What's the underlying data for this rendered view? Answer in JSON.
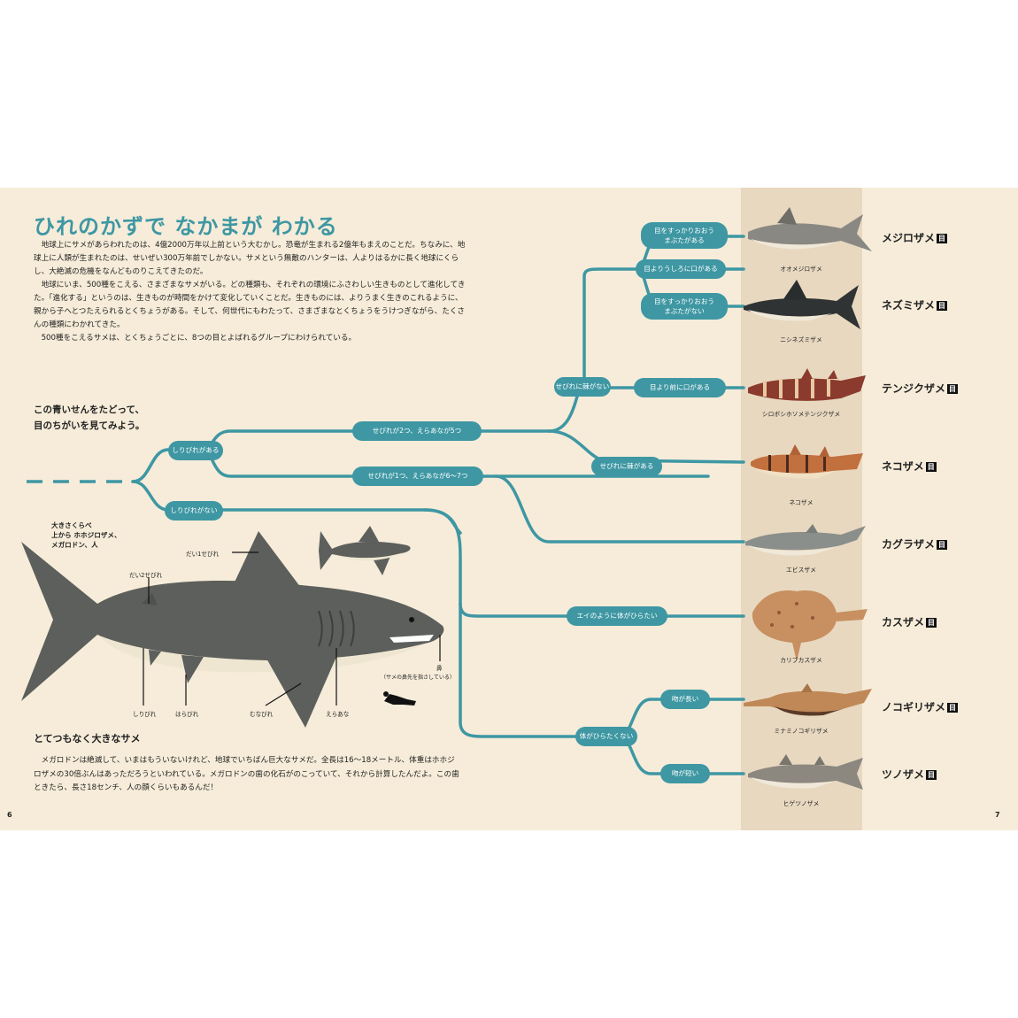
{
  "page": {
    "title": "ひれのかずで なかまが わかる",
    "intro": [
      "地球上にサメがあらわれたのは、4億2000万年以上前という大むかし。恐竜が生まれる2億年もまえのことだ。ちなみに、地球上に人類が生まれたのは、せいぜい300万年前でしかない。サメという無敵のハンターは、人よりはるかに長く地球にくらし、大絶滅の危機をなんどものりこえてきたのだ。",
      "地球にいま、500種をこえる、さまざまなサメがいる。どの種類も、それぞれの環境にふさわしい生きものとして進化してきた。「進化する」というのは、生きものが時間をかけて変化していくことだ。生きものには、よりうまく生きのこれるように、親から子へとつたえられるとくちょうがある。そして、何世代にもわたって、さまざまなとくちょうをうけつぎながら、たくさんの種類にわかれてきた。",
      "500種をこえるサメは、とくちょうごとに、8つの目とよばれるグループにわけられている。"
    ],
    "prompt": [
      "この青いせんをたどって、",
      "目のちがいを見てみよう。"
    ],
    "page_left": "6",
    "page_right": "7"
  },
  "tree": {
    "nodes": {
      "n_analfin_yes": "しりびれがある",
      "n_analfin_no": "しりびれがない",
      "n_2dorsal": "せびれが2つ、えらあなが5つ",
      "n_1dorsal": "せびれが1つ、えらあなが6〜7つ",
      "n_dorsal_nospine_top": "せびれに棘がない",
      "n_dorsal_spine": "せびれに棘がある",
      "n_eyelid_yes": [
        "目をすっかりおおう",
        "まぶたがある"
      ],
      "n_mouth_behind": "目よりうしろに口がある",
      "n_eyelid_no": [
        "目をすっかりおおう",
        "まぶたがない"
      ],
      "n_mouth_front": "目より前に口がある",
      "n_ray_flat": "エイのように体がひらたい",
      "n_not_flat": "体がひらたくない",
      "n_long_snout": "吻が長い",
      "n_short_snout": "吻が短い"
    },
    "species": [
      {
        "name": "オオメジロザメ",
        "order": "メジロザメ",
        "tag": "目"
      },
      {
        "name": "ニシネズミザメ",
        "order": "ネズミザメ",
        "tag": "目"
      },
      {
        "name": "シロボシホソメテンジクザメ",
        "order": "テンジクザメ",
        "tag": "目"
      },
      {
        "name": "ネコザメ",
        "order": "ネコザメ",
        "tag": "目"
      },
      {
        "name": "エビスザメ",
        "order": "カグラザメ",
        "tag": "目"
      },
      {
        "name": "カリブカスザメ",
        "order": "カスザメ",
        "tag": "目"
      },
      {
        "name": "ミナミノコギリザメ",
        "order": "ノコギリザメ",
        "tag": "目"
      },
      {
        "name": "ヒゲツノザメ",
        "order": "ツノザメ",
        "tag": "目"
      }
    ]
  },
  "comparison": {
    "label": [
      "大きさくらべ",
      "上から ホホジロザメ、",
      "メガロドン、人"
    ],
    "parts": {
      "dorsal1": "だい1せびれ",
      "dorsal2": "だい2せびれ",
      "anal": "しりびれ",
      "pelvic": "はらびれ",
      "pectoral": "むなびれ",
      "gill": "えらあな",
      "nostril": "鼻"
    },
    "size_note": "（サメの鼻先を指さしている）"
  },
  "section2": {
    "title": "とてつもなく大きなサメ",
    "body": "メガロドンは絶滅して、いまはもういないけれど、地球でいちばん巨大なサメだ。全長は16〜18メートル、体重はホホジロザメの30倍ぶんはあっただろうといわれている。メガロドンの歯の化石がのこっていて、それから計算したんだよ。この歯ときたら、長さ18センチ、人の顔くらいもあるんだ！"
  },
  "colors": {
    "paper": "#f6ecd9",
    "band": "#e8d8c0",
    "teal": "#3e97a3",
    "shark_gray": "#5c5f5b",
    "shark_belly": "#efe6d2"
  }
}
